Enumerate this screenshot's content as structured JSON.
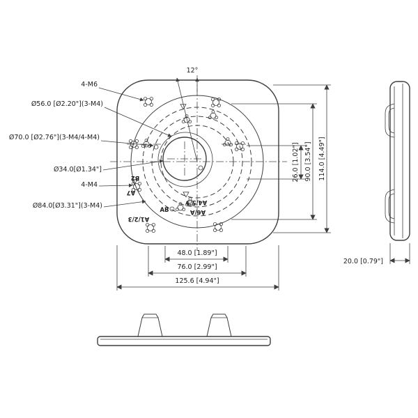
{
  "front_view": {
    "callouts": {
      "m6": "4-M6",
      "d56": "Ø56.0 [Ø2.20\"](3-M4)",
      "d70": "Ø70.0 [Ø2.76\"](3-M4/4-M4)",
      "d34": "Ø34.0[Ø1.34\"]",
      "m4": "4-M4",
      "d84": "Ø84.0[Ø3.31\"](3-M4)"
    },
    "port_labels": {
      "b2": "B2",
      "a7": "A7",
      "a123": "A1/2/3",
      "ab": "AB",
      "a459": "A4/5/9",
      "a6a": "A6/A"
    },
    "dims": {
      "angle12": "12°",
      "v26": "26.0 [1.02\"]",
      "v90": "90.0 [3.54\"]",
      "v114": "114.0 [4.49\"]",
      "h48": "48.0 [1.89\"]",
      "h76": "76.0 [2.99\"]",
      "h125": "125.6 [4.94\"]"
    }
  },
  "side_view": {
    "dims": {
      "thickness": "20.0 [0.79\"]"
    }
  },
  "colors": {
    "line": "#3d3d3d",
    "background": "#ffffff"
  }
}
